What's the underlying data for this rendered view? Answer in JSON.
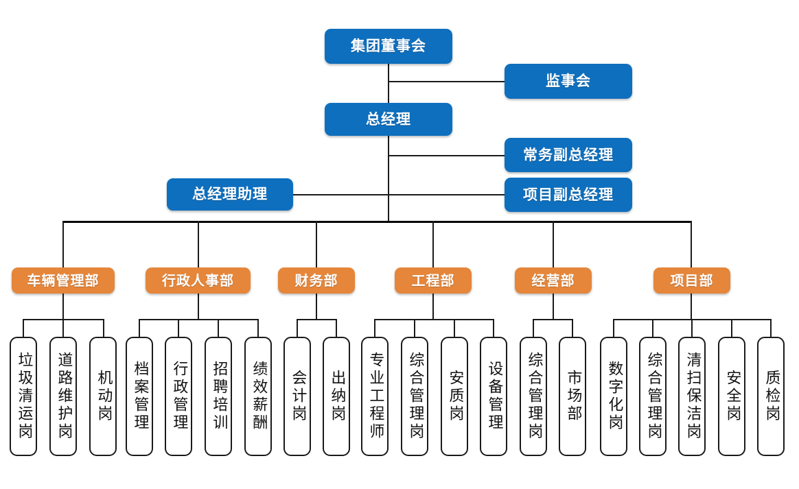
{
  "chart": {
    "type": "org-chart",
    "title": "",
    "colors": {
      "executive_blue": "#0E6FBE",
      "department_orange": "#E5863A",
      "connector": "#1a1a1a",
      "leaf_fill": "#ffffff",
      "leaf_border": "#1a1a1a",
      "background": "#ffffff"
    }
  },
  "executive": {
    "board": "集团董事会",
    "supervisory": "监事会",
    "general_manager": "总经理",
    "exec_vice_gm": "常务副总经理",
    "project_vice_gm": "项目副总经理",
    "gm_assistant": "总经理助理"
  },
  "departments": [
    {
      "name": "车辆管理部",
      "positions": [
        "垃圾清运岗",
        "道路维护岗",
        "机动岗"
      ]
    },
    {
      "name": "行政人事部",
      "positions": [
        "档案管理",
        "行政管理",
        "招聘培训",
        "绩效薪酬"
      ]
    },
    {
      "name": "财务部",
      "positions": [
        "会计岗",
        "出纳岗"
      ]
    },
    {
      "name": "工程部",
      "positions": [
        "专业工程师",
        "综合管理岗",
        "安质岗",
        "设备管理"
      ]
    },
    {
      "name": "经营部",
      "positions": [
        "综合管理岗",
        "市场部"
      ]
    },
    {
      "name": "项目部",
      "positions": [
        "数字化岗",
        "综合管理岗",
        "清扫保洁岗",
        "安全岗",
        "质检岗"
      ]
    }
  ],
  "leaves_flat": [
    "垃圾清运岗",
    "道路维护岗",
    "机动岗",
    "档案管理",
    "行政管理",
    "招聘培训",
    "绩效薪酬",
    "会计岗",
    "出纳岗",
    "专业工程师",
    "综合管理岗",
    "安质岗",
    "设备管理",
    "综合管理岗",
    "市场部",
    "数字化岗",
    "综合管理岗",
    "清扫保洁岗",
    "安全岗",
    "质检岗"
  ]
}
